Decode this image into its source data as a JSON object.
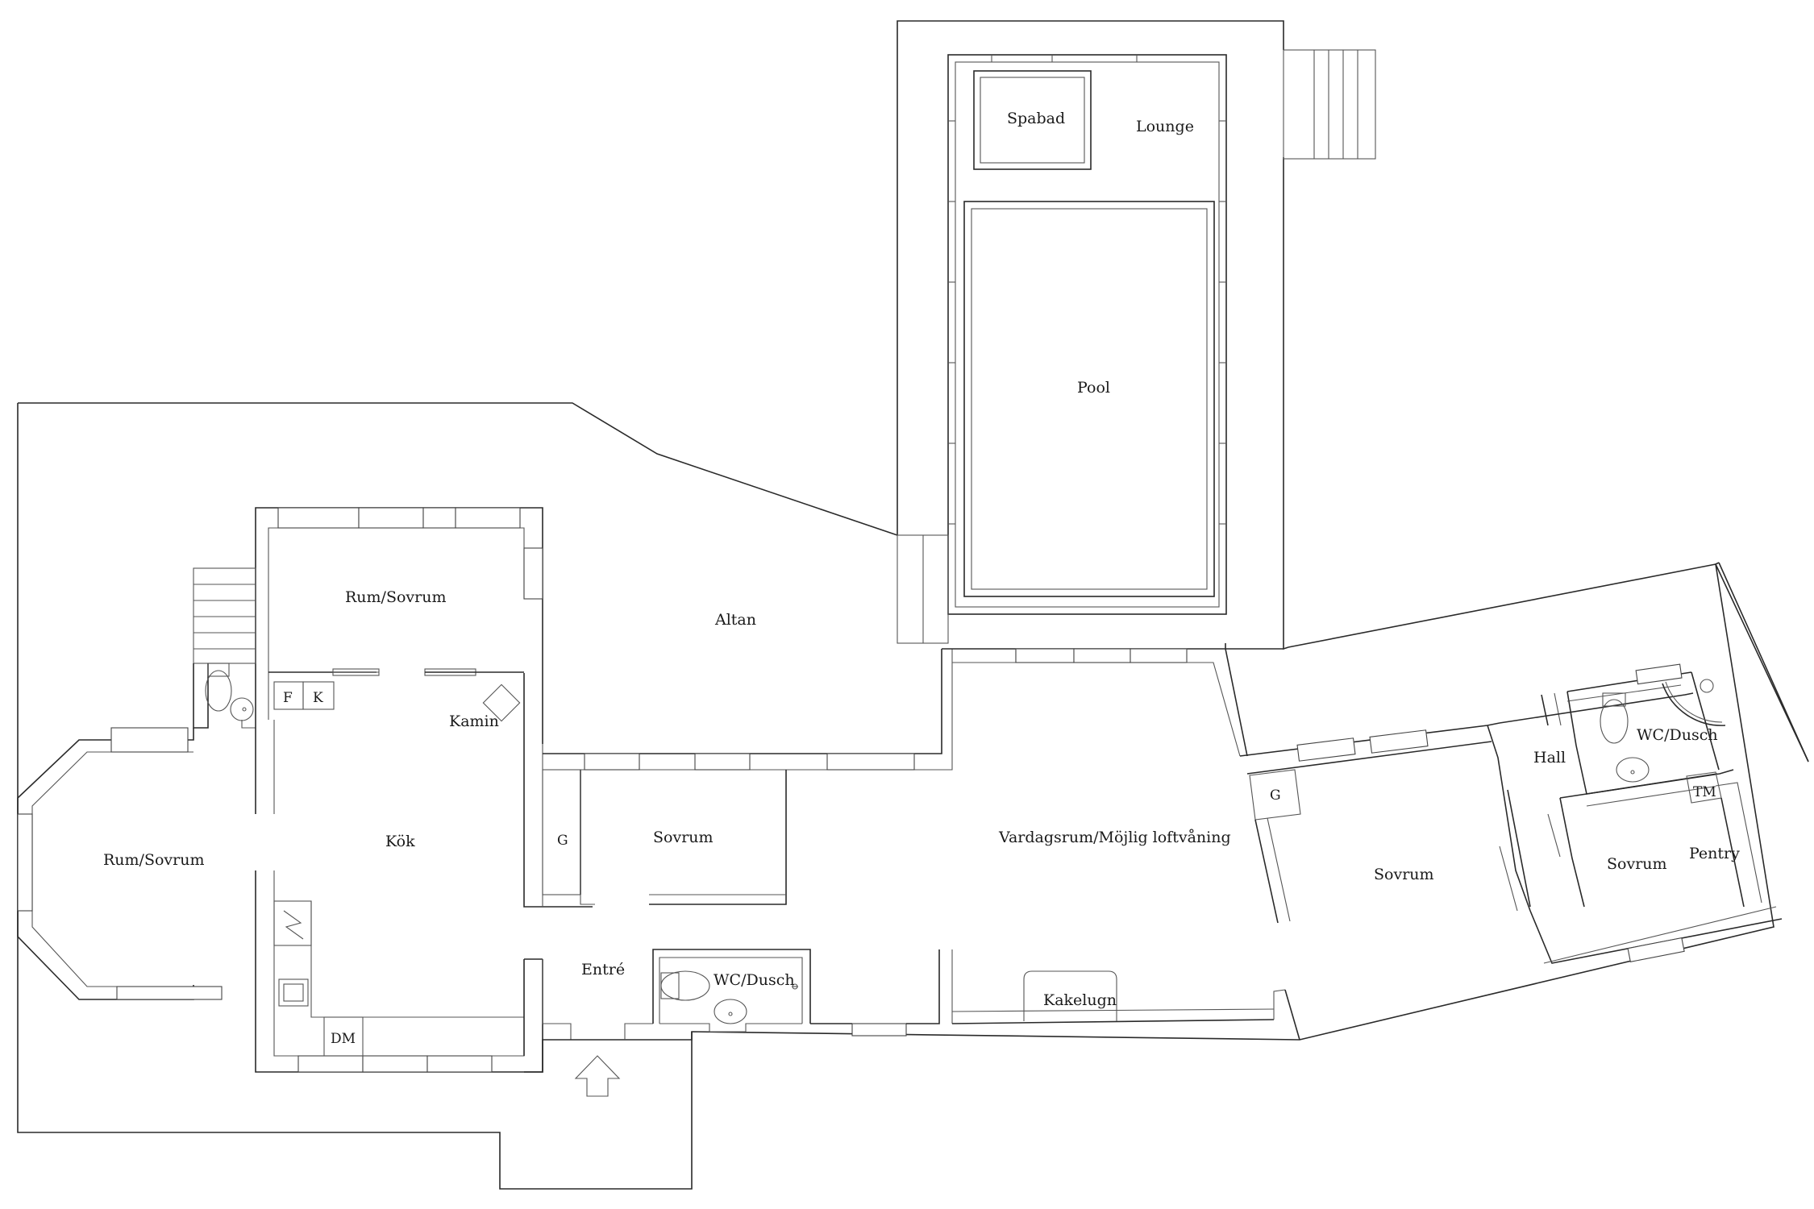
{
  "rooms": {
    "spabad": "Spabad",
    "lounge": "Lounge",
    "pool": "Pool",
    "altan": "Altan",
    "rum_sovrum_top": "Rum/Sovrum",
    "rum_sovrum_left": "Rum/Sovrum",
    "kok": "Kök",
    "kamin": "Kamin",
    "sovrum_center": "Sovrum",
    "vardagsrum": "Vardagsrum/Möjlig loftvåning",
    "sovrum_right1": "Sovrum",
    "sovrum_right2": "Sovrum",
    "hall": "Hall",
    "wc_dusch_right": "WC/Dusch",
    "pentry": "Pentry",
    "entre": "Entré",
    "wc_dusch_center": "WC/Dusch",
    "kakelugn": "Kakelugn"
  },
  "fixtures": {
    "f": "F",
    "k": "K",
    "dm": "DM",
    "g_center": "G",
    "g_right": "G",
    "tm": "TM"
  },
  "icons": {
    "entrance": "entrance-arrow-icon",
    "toilet": "toilet-icon",
    "sink": "sink-icon",
    "stove": "stove-icon"
  }
}
